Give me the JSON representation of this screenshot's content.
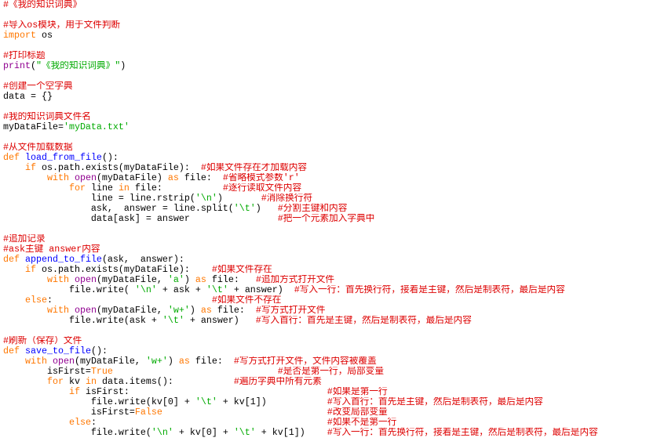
{
  "editor": {
    "background": "#ffffff",
    "syntax_colors": {
      "plain": "#000000",
      "keyword": "#ff7700",
      "builtin": "#900090",
      "string": "#00aa00",
      "definition": "#0000ff",
      "comment": "#dd0000"
    },
    "lines": [
      [
        {
          "comment": "#《我的知识词典》"
        }
      ],
      [],
      [
        {
          "comment": "#导入os模块，用于文件判断"
        }
      ],
      [
        {
          "keyword": "import"
        },
        {
          "plain": " os"
        }
      ],
      [],
      [
        {
          "comment": "#打印标题"
        }
      ],
      [
        {
          "builtin": "print"
        },
        {
          "plain": "("
        },
        {
          "string": "\"《我的知识词典》\""
        },
        {
          "plain": ")"
        }
      ],
      [],
      [
        {
          "comment": "#创建一个空字典"
        }
      ],
      [
        {
          "plain": "data = {}"
        }
      ],
      [],
      [
        {
          "comment": "#我的知识词典文件名"
        }
      ],
      [
        {
          "plain": "myDataFile="
        },
        {
          "string": "'myData.txt'"
        }
      ],
      [],
      [
        {
          "comment": "#从文件加载数据"
        }
      ],
      [
        {
          "keyword": "def"
        },
        {
          "plain": " "
        },
        {
          "definition": "load_from_file"
        },
        {
          "plain": "():"
        }
      ],
      [
        {
          "plain": "    "
        },
        {
          "keyword": "if"
        },
        {
          "plain": " os.path.exists(myDataFile):  "
        },
        {
          "comment": "#如果文件存在才加载内容"
        }
      ],
      [
        {
          "plain": "        "
        },
        {
          "keyword": "with"
        },
        {
          "plain": " "
        },
        {
          "builtin": "open"
        },
        {
          "plain": "(myDataFile) "
        },
        {
          "keyword": "as"
        },
        {
          "plain": " file:  "
        },
        {
          "comment": "#省略模式参数'r'"
        }
      ],
      [
        {
          "plain": "            "
        },
        {
          "keyword": "for"
        },
        {
          "plain": " line "
        },
        {
          "keyword": "in"
        },
        {
          "plain": " file:           "
        },
        {
          "comment": "#逐行读取文件内容"
        }
      ],
      [
        {
          "plain": "                line = line.rstrip("
        },
        {
          "string": "'\\n'"
        },
        {
          "plain": ")       "
        },
        {
          "comment": "#消除换行符"
        }
      ],
      [
        {
          "plain": "                ask,  answer = line.split("
        },
        {
          "string": "'\\t'"
        },
        {
          "plain": ")   "
        },
        {
          "comment": "#分割主键和内容"
        }
      ],
      [
        {
          "plain": "                data[ask] = answer                "
        },
        {
          "comment": "#把一个元素加入字典中"
        }
      ],
      [],
      [
        {
          "comment": "#追加记录"
        }
      ],
      [
        {
          "comment": "#ask主键 answer内容"
        }
      ],
      [
        {
          "keyword": "def"
        },
        {
          "plain": " "
        },
        {
          "definition": "append_to_file"
        },
        {
          "plain": "(ask,  answer):"
        }
      ],
      [
        {
          "plain": "    "
        },
        {
          "keyword": "if"
        },
        {
          "plain": " os.path.exists(myDataFile):    "
        },
        {
          "comment": "#如果文件存在"
        }
      ],
      [
        {
          "plain": "        "
        },
        {
          "keyword": "with"
        },
        {
          "plain": " "
        },
        {
          "builtin": "open"
        },
        {
          "plain": "(myDataFile, "
        },
        {
          "string": "'a'"
        },
        {
          "plain": ") "
        },
        {
          "keyword": "as"
        },
        {
          "plain": " file:   "
        },
        {
          "comment": "#追加方式打开文件"
        }
      ],
      [
        {
          "plain": "            file.write( "
        },
        {
          "string": "'\\n'"
        },
        {
          "plain": " + ask + "
        },
        {
          "string": "'\\t'"
        },
        {
          "plain": " + answer)  "
        },
        {
          "comment": "#写入一行：首先换行符，接着是主键，然后是制表符，最后是内容"
        }
      ],
      [
        {
          "plain": "    "
        },
        {
          "keyword": "else"
        },
        {
          "plain": ":                             "
        },
        {
          "comment": "#如果文件不存在"
        }
      ],
      [
        {
          "plain": "        "
        },
        {
          "keyword": "with"
        },
        {
          "plain": " "
        },
        {
          "builtin": "open"
        },
        {
          "plain": "(myDataFile, "
        },
        {
          "string": "'w+'"
        },
        {
          "plain": ") "
        },
        {
          "keyword": "as"
        },
        {
          "plain": " file:  "
        },
        {
          "comment": "#写方式打开文件"
        }
      ],
      [
        {
          "plain": "            file.write(ask + "
        },
        {
          "string": "'\\t'"
        },
        {
          "plain": " + answer)   "
        },
        {
          "comment": "#写入首行：首先是主键，然后是制表符，最后是内容"
        }
      ],
      [],
      [
        {
          "comment": "#刷新（保存）文件"
        }
      ],
      [
        {
          "keyword": "def"
        },
        {
          "plain": " "
        },
        {
          "definition": "save_to_file"
        },
        {
          "plain": "():"
        }
      ],
      [
        {
          "plain": "    "
        },
        {
          "keyword": "with"
        },
        {
          "plain": " "
        },
        {
          "builtin": "open"
        },
        {
          "plain": "(myDataFile, "
        },
        {
          "string": "'w+'"
        },
        {
          "plain": ") "
        },
        {
          "keyword": "as"
        },
        {
          "plain": " file:  "
        },
        {
          "comment": "#写方式打开文件，文件内容被覆盖"
        }
      ],
      [
        {
          "plain": "        isFirst="
        },
        {
          "keyword": "True"
        },
        {
          "plain": "                              "
        },
        {
          "comment": "#是否是第一行，局部变量"
        }
      ],
      [
        {
          "plain": "        "
        },
        {
          "keyword": "for"
        },
        {
          "plain": " kv "
        },
        {
          "keyword": "in"
        },
        {
          "plain": " data.items():           "
        },
        {
          "comment": "#遍历字典中所有元素"
        }
      ],
      [
        {
          "plain": "            "
        },
        {
          "keyword": "if"
        },
        {
          "plain": " isFirst:                                    "
        },
        {
          "comment": "#如果是第一行"
        }
      ],
      [
        {
          "plain": "                file.write(kv[0] + "
        },
        {
          "string": "'\\t'"
        },
        {
          "plain": " + kv[1])           "
        },
        {
          "comment": "#写入首行：首先是主键，然后是制表符，最后是内容"
        }
      ],
      [
        {
          "plain": "                isFirst="
        },
        {
          "keyword": "False"
        },
        {
          "plain": "                              "
        },
        {
          "comment": "#改变局部变量"
        }
      ],
      [
        {
          "plain": "            "
        },
        {
          "keyword": "else"
        },
        {
          "plain": ":                                          "
        },
        {
          "comment": "#如果不是第一行"
        }
      ],
      [
        {
          "plain": "                file.write("
        },
        {
          "string": "'\\n'"
        },
        {
          "plain": " + kv[0] + "
        },
        {
          "string": "'\\t'"
        },
        {
          "plain": " + kv[1])    "
        },
        {
          "comment": "#写入一行：首先换行符，接着是主键，然后是制表符，最后是内容"
        }
      ]
    ]
  }
}
